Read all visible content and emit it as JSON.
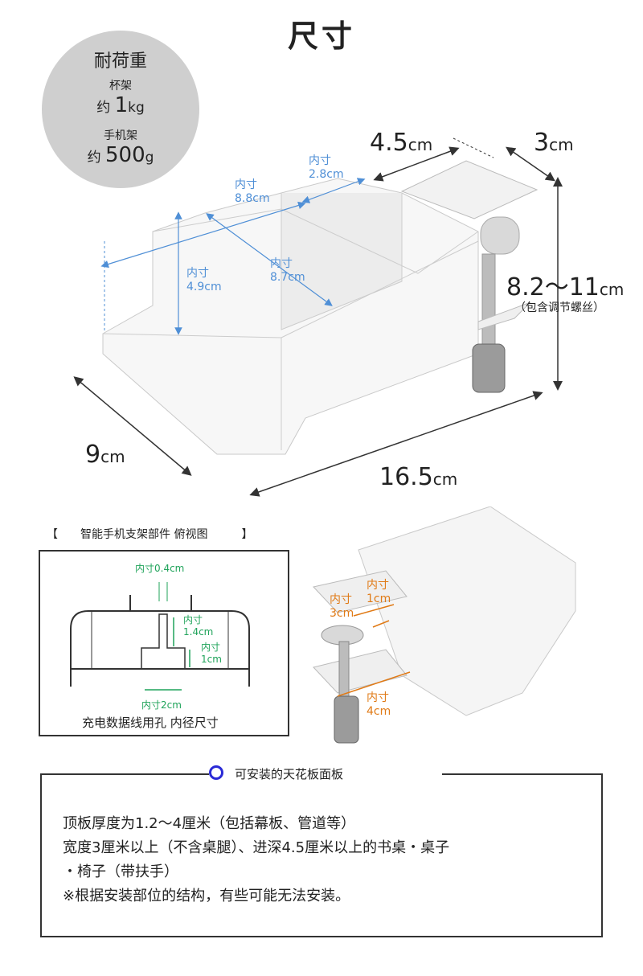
{
  "title": "尺寸",
  "load": {
    "title": "耐荷重",
    "cup_label": "杯架",
    "cup_prefix": "约",
    "cup_value": "1",
    "cup_unit": "kg",
    "phone_label": "手机架",
    "phone_prefix": "约",
    "phone_value": "500",
    "phone_unit": "g"
  },
  "dimensions": {
    "d45": {
      "value": "4.5",
      "unit": "cm"
    },
    "d3": {
      "value": "3",
      "unit": "cm"
    },
    "height": {
      "value": "8.2～11",
      "unit": "cm"
    },
    "height_note": "（包含调节螺丝）",
    "d9": {
      "value": "9",
      "unit": "cm"
    },
    "d165": {
      "value": "16.5",
      "unit": "cm"
    }
  },
  "inner": {
    "label": "内寸",
    "i28": "2.8cm",
    "i88": "8.8cm",
    "i49": "4.9cm",
    "i87": "8.7cm"
  },
  "top_view": {
    "label": "【　　智能手机支架部件 俯视图　　　】",
    "inner_label": "内寸",
    "slot_04": "内寸0.4cm",
    "h14": "1.4cm",
    "h1": "1cm",
    "w2": "内寸2cm",
    "caption": "充电数据线用孔 内径尺寸"
  },
  "clamp": {
    "label": "内寸",
    "w3": "3cm",
    "w1": "1cm",
    "w4": "4cm"
  },
  "install": {
    "heading": "可安装的天花板面板",
    "lines": [
      "顶板厚度为1.2～4厘米（包括幕板、管道等）",
      "宽度3厘米以上（不含桌腿）、进深4.5厘米以上的书桌・桌子",
      "・椅子（带扶手）",
      "※根据安装部位的结构，有些可能无法安装。"
    ]
  },
  "colors": {
    "inner_blue": "#4f8fd6",
    "inner_orange": "#e07a16",
    "circle_blue": "#2a2ad6",
    "load_gray": "#cfcfcf"
  }
}
